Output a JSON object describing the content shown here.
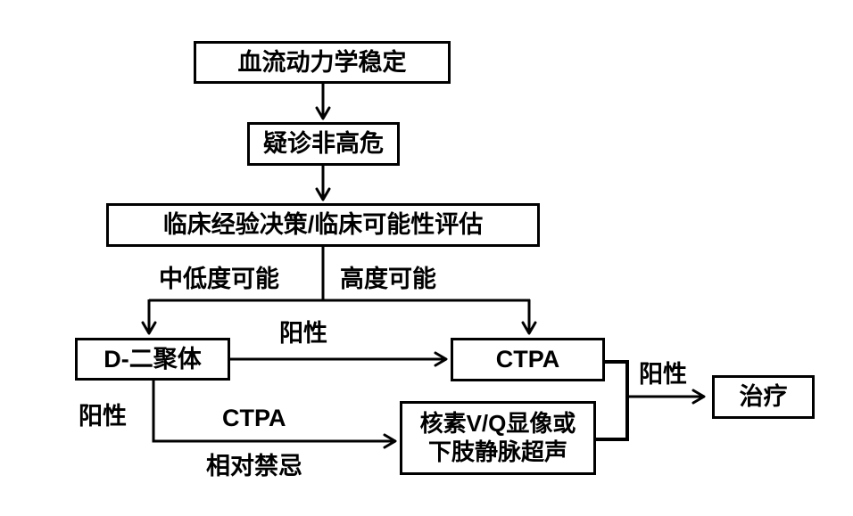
{
  "diagram": {
    "type": "flowchart",
    "nodes": {
      "hemodynamic": {
        "label": "血流动力学稳定"
      },
      "suspect": {
        "label": "疑诊非高危"
      },
      "assessment": {
        "label": "临床经验决策/临床可能性评估"
      },
      "ddimer": {
        "label": "D-二聚体"
      },
      "ctpa": {
        "label": "CTPA"
      },
      "vq": {
        "label": "核素V/Q显像或\n下肢静脉超声"
      },
      "treatment": {
        "label": "治疗"
      }
    },
    "edge_labels": {
      "low_probability": "中低度可能",
      "high_probability": "高度可能",
      "ddimer_positive": "阳性",
      "ddimer_positive_down": "阳性",
      "ctpa_positive": "阳性",
      "ctpa_contraindication_top": "CTPA",
      "ctpa_contraindication_bottom": "相对禁忌"
    },
    "colors": {
      "stroke": "#000000",
      "text": "#000000",
      "background": "#ffffff"
    }
  }
}
